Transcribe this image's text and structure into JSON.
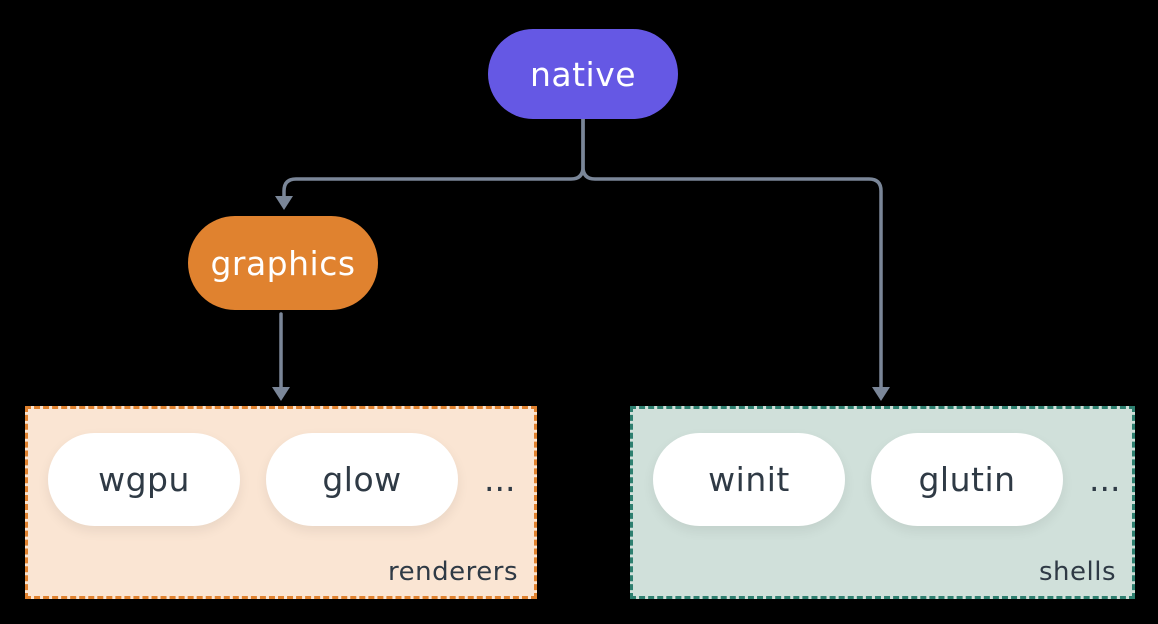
{
  "diagram": {
    "background_color": "#000000",
    "connector_color": "#7A8698",
    "nodes": {
      "native": {
        "label": "native",
        "bg": "#6558E4",
        "text_color": "#FFFFFF"
      },
      "graphics": {
        "label": "graphics",
        "bg": "#E0822F",
        "text_color": "#FFFFFF"
      }
    },
    "groups": {
      "renderers": {
        "label": "renderers",
        "bg": "#FAE5D3",
        "border_color": "#E0822F",
        "items": [
          "wgpu",
          "glow"
        ],
        "ellipsis": "...",
        "item_bg": "#FFFFFF",
        "item_text_color": "#2F3A45"
      },
      "shells": {
        "label": "shells",
        "bg": "#D0E0DA",
        "border_color": "#2E8070",
        "items": [
          "winit",
          "glutin"
        ],
        "ellipsis": "...",
        "item_bg": "#FFFFFF",
        "item_text_color": "#2F3A45"
      }
    },
    "edges": [
      {
        "from": "native",
        "to": "graphics"
      },
      {
        "from": "native",
        "to": "shells"
      },
      {
        "from": "graphics",
        "to": "renderers"
      }
    ]
  }
}
